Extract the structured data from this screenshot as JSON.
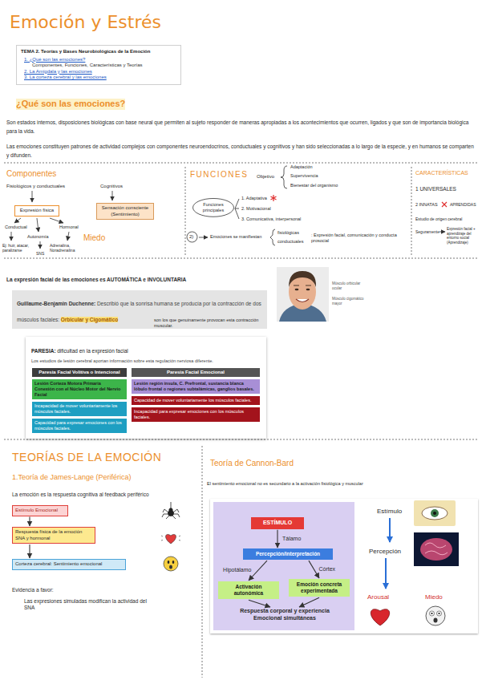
{
  "diagram": {
    "title": "Emoción y Estrés",
    "nodes": [
      {
        "text": [
          "TEMA 2. Teorías y Bases Neurobiológicas de la Emoción",
          "1. ¿Qué son las emociones?",
          "Componentes, Funciones, Características y Teorías",
          "2. La Amígdala y las emociones",
          "3. La corteza cerebral y las emociones"
        ]
      },
      {
        "text": [
          "Expresión física"
        ]
      },
      {
        "text": [
          "Sensación consciente (Sentimiento)"
        ]
      },
      {
        "text": [
          "Funciones principales"
        ]
      },
      {
        "text": [
          "Guillaume-Benjamin Duchenne:",
          "Describió que la sonrisa humana se producía por la contracción de dos músculos faciales:",
          "Orbicular y Cigomático"
        ]
      },
      {
        "text": [
          "PARESIA:",
          "dificultad en la expresión facial",
          "Los estudios de lesión cerebral aportan información sobre esta regulación nerviosa diferente."
        ]
      },
      {
        "text": [
          "Paresia Facial Volitiva o Intencional"
        ],
        "in": 5
      },
      {
        "text": [
          "Lesión Corteza Motora Primaria",
          "Conexión con el Núcleo Motor del Nervio Facial"
        ],
        "in": 5
      },
      {
        "text": [
          "Incapacidad de mover voluntariamente los músculos faciales."
        ],
        "in": 5
      },
      {
        "text": [
          "Capacidad para expresar emociones con los músculos faciales."
        ],
        "in": 5
      },
      {
        "text": [
          "Paresia Facial Emocional"
        ],
        "in": 5
      },
      {
        "text": [
          "Lesión región ínsula, C. Prefrontal, sustancia blanca lóbulo frontal o regiones subtalámicas, ganglios basales."
        ],
        "in": 5
      },
      {
        "text": [
          "Capacidad de mover voluntariamente los músculos faciales."
        ],
        "in": 5
      },
      {
        "text": [
          "Incapacidad para expresar emociones con los músculos faciales."
        ],
        "in": 5
      },
      {
        "text": [
          "Estímulo Emocional"
        ]
      },
      {
        "text": [
          "Respuesta física de la emoción SNA y hormonal"
        ]
      },
      {
        "text": [
          "Corteza cerebral: Sentimiento emocional"
        ]
      },
      {
        "text": [
          "ESTÍMULO"
        ]
      },
      {
        "text": [
          "Percepción/interpretación"
        ]
      },
      {
        "text": [
          "Activación autonómica"
        ]
      },
      {
        "text": [
          "Emoción concreta experimentada"
        ]
      }
    ],
    "edges": [
      {
        "from": 14,
        "to": 15,
        "arrow": "to"
      },
      {
        "from": 15,
        "to": 16,
        "arrow": "to"
      },
      {
        "from": 17,
        "to": 18,
        "label": "Tálamo",
        "arrow": "to"
      },
      {
        "from": 18,
        "to": 19,
        "label": "Hipotálamo",
        "arrow": "to"
      },
      {
        "from": 18,
        "to": 20,
        "label": "Córtex",
        "arrow": "to"
      }
    ],
    "labels": [
      "¿Qué son las emociones?",
      "Son estados internos, disposiciones biológicas con base neural que permiten al sujeto responder de maneras apropiadas a los acontecimientos que ocurren, ligados y que son de importancia biológica para la vida.",
      "Las emociones constituyen patrones de actividad complejos con componentes neuroendocrinos, conductuales y cognitivos y han sido seleccionadas a lo largo de la especie, y en humanos se comparten y difunden.",
      "Componentes",
      "Fisiológicos y conductuales",
      "Cognitivos",
      "Conductual",
      "Autonomía",
      "Hormonal",
      "Miedo",
      "Ej: huir, atacar, paralizarse",
      "SNS",
      "Adrenalina, Noradrenalina",
      "FUNCIONES",
      "Objetivo",
      "Adaptación",
      "Supervivencia",
      "Bienestar del organismo",
      "1. Adaptativa",
      "2. Motivacional",
      "3. Comunicativa, interpersonal",
      "2)",
      "Emociones se manifiestan",
      "fisiológicas",
      "conductuales",
      ": Expresión facial, comunicación y conducta prosocial",
      "CARACTERÍSTICAS",
      "1 UNIVERSALES",
      "2 INNATAS",
      "APRENDIDAS",
      "Estudio de origen cerebral",
      "Seguramente",
      "Expresión facial + aprendizaje del entorno social (Aprendizaje)",
      "La expresión facial de las emociones es AUTOMÁTICA e INVOLUNTARIA",
      "Músculo orbicular ocular",
      "Músculo cigomático mayor",
      "son los que genuinamente provocan esta contracción muscular.",
      "TEORÍAS DE LA EMOCIÓN",
      "1.Teoría de James-Lange (Periférica)",
      "La emoción es la respuesta cognitiva al feedback periférico",
      "Evidencia a favor:",
      "Las expresiones simuladas modifican la actividad del SNA",
      "Teoría de Cannon-Bard",
      "El sentimiento emocional no es secundario a la activación fisiológica y muscular",
      "Respuesta corporal y experiencia Emocional simultáneas",
      "Estímulo",
      "Percepción",
      "Arousal",
      "Miedo"
    ]
  }
}
